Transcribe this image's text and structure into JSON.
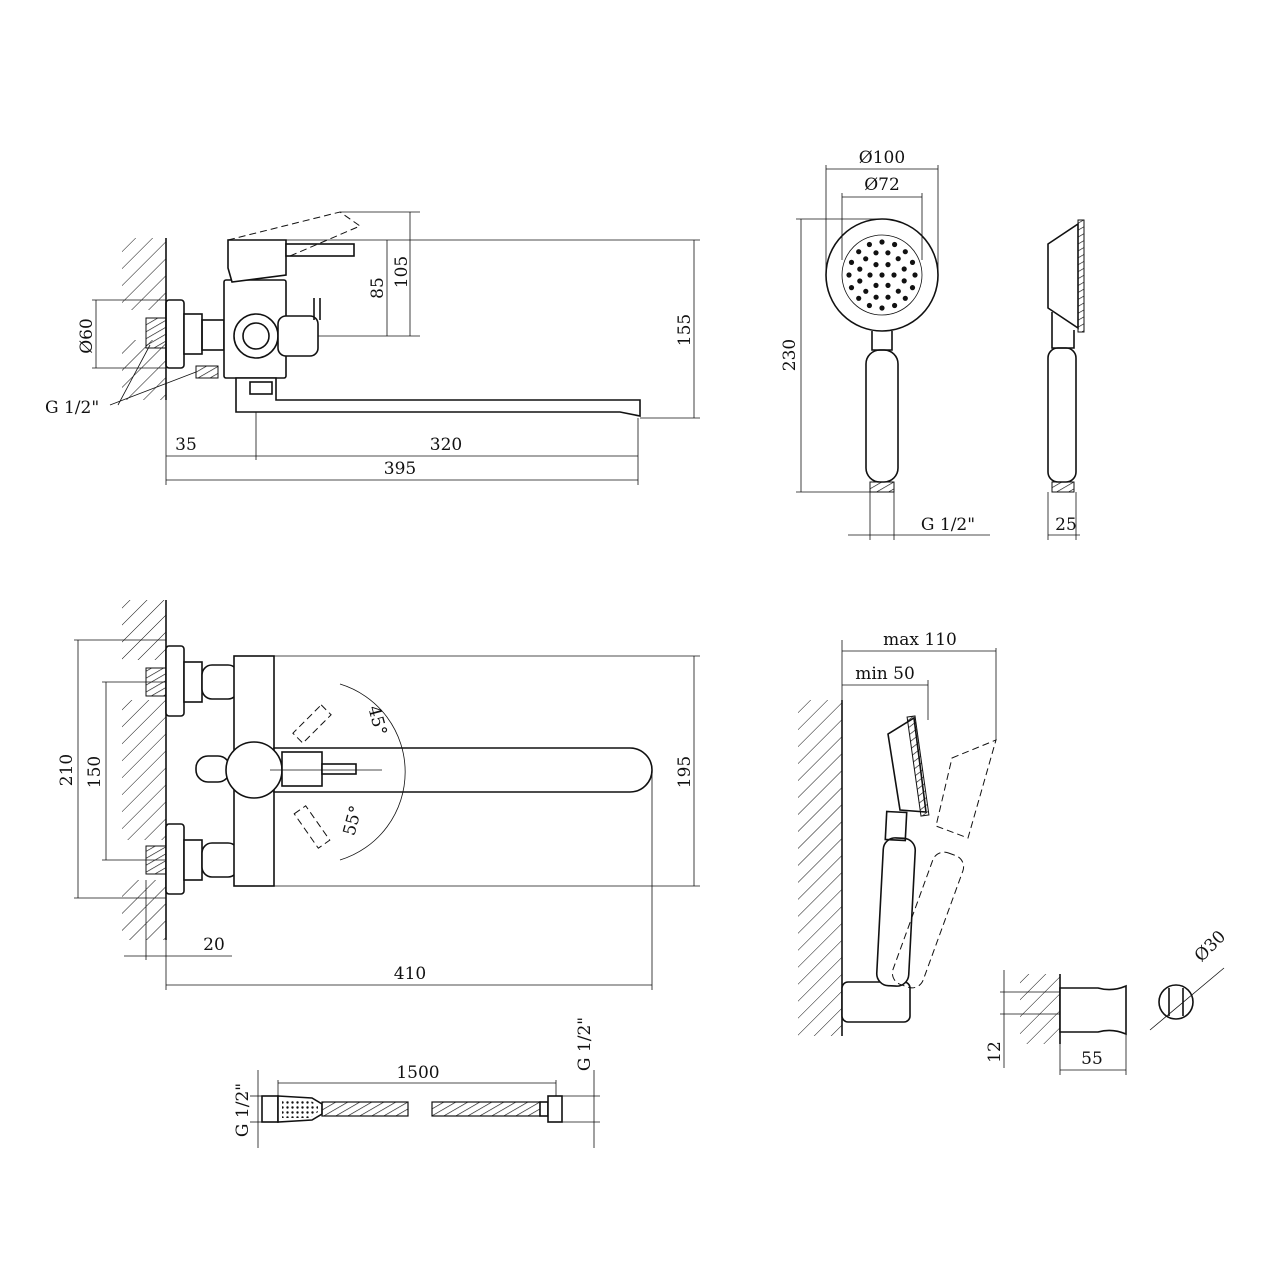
{
  "dimensions": {
    "side_height_lever": "105",
    "side_height_body": "85",
    "side_height_spout": "155",
    "side_flange_dia": "Ø60",
    "side_thread": "G 1/2\"",
    "side_wall_offset": "35",
    "side_spout_length": "320",
    "side_total_length": "395",
    "head_outer_dia": "Ø100",
    "head_inner_dia": "Ø72",
    "shower_length": "230",
    "shower_thread": "G 1/2\"",
    "shower_handle_dia": "25",
    "top_total_height": "210",
    "top_center_distance": "150",
    "top_spout_width": "195",
    "top_angle_up": "45°",
    "top_angle_down": "55°",
    "top_wall_offset": "20",
    "top_total_length": "410",
    "holder_max": "max 110",
    "holder_min": "min 50",
    "holder_width": "12",
    "holder_length": "55",
    "holder_dia": "Ø30",
    "hose_length": "1500",
    "hose_thread_left": "G 1/2\"",
    "hose_thread_right": "G 1/2\""
  }
}
